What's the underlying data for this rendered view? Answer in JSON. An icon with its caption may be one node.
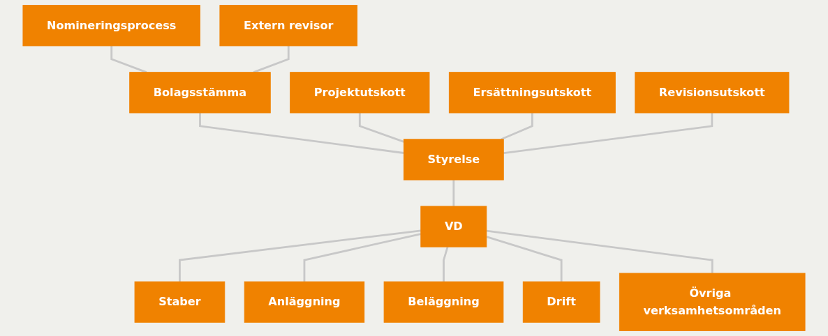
{
  "diagram": {
    "nodes": [
      {
        "text": [
          "Nomineringsprocess"
        ]
      },
      {
        "text": [
          "Bolagsstämma"
        ]
      },
      {
        "text": [
          "Extern revisor"
        ]
      },
      {
        "text": [
          "Projektutskott"
        ]
      },
      {
        "text": [
          "Styrelse"
        ]
      },
      {
        "text": [
          "Revisionsutskott"
        ]
      },
      {
        "text": [
          "Ersättningsutskott"
        ]
      },
      {
        "text": [
          "Staber"
        ]
      },
      {
        "text": [
          "VD"
        ]
      },
      {
        "text": [
          "Anläggning"
        ]
      },
      {
        "text": [
          "Beläggning"
        ]
      },
      {
        "text": [
          "Drift"
        ]
      },
      {
        "text": [
          "Övriga verksamhetsområden"
        ]
      }
    ],
    "edges": [
      {
        "from": 0,
        "to": 1,
        "arrow": "none"
      },
      {
        "from": 2,
        "to": 1,
        "arrow": "none"
      },
      {
        "from": 1,
        "to": 4,
        "arrow": "none"
      },
      {
        "from": 3,
        "to": 4,
        "arrow": "none"
      },
      {
        "from": 6,
        "to": 4,
        "arrow": "none"
      },
      {
        "from": 5,
        "to": 4,
        "arrow": "none"
      },
      {
        "from": 4,
        "to": 8,
        "arrow": "none"
      },
      {
        "from": 8,
        "to": 7,
        "arrow": "none"
      },
      {
        "from": 8,
        "to": 9,
        "arrow": "none"
      },
      {
        "from": 8,
        "to": 10,
        "arrow": "none"
      },
      {
        "from": 8,
        "to": 11,
        "arrow": "none"
      },
      {
        "from": 8,
        "to": 12,
        "arrow": "none"
      }
    ]
  }
}
